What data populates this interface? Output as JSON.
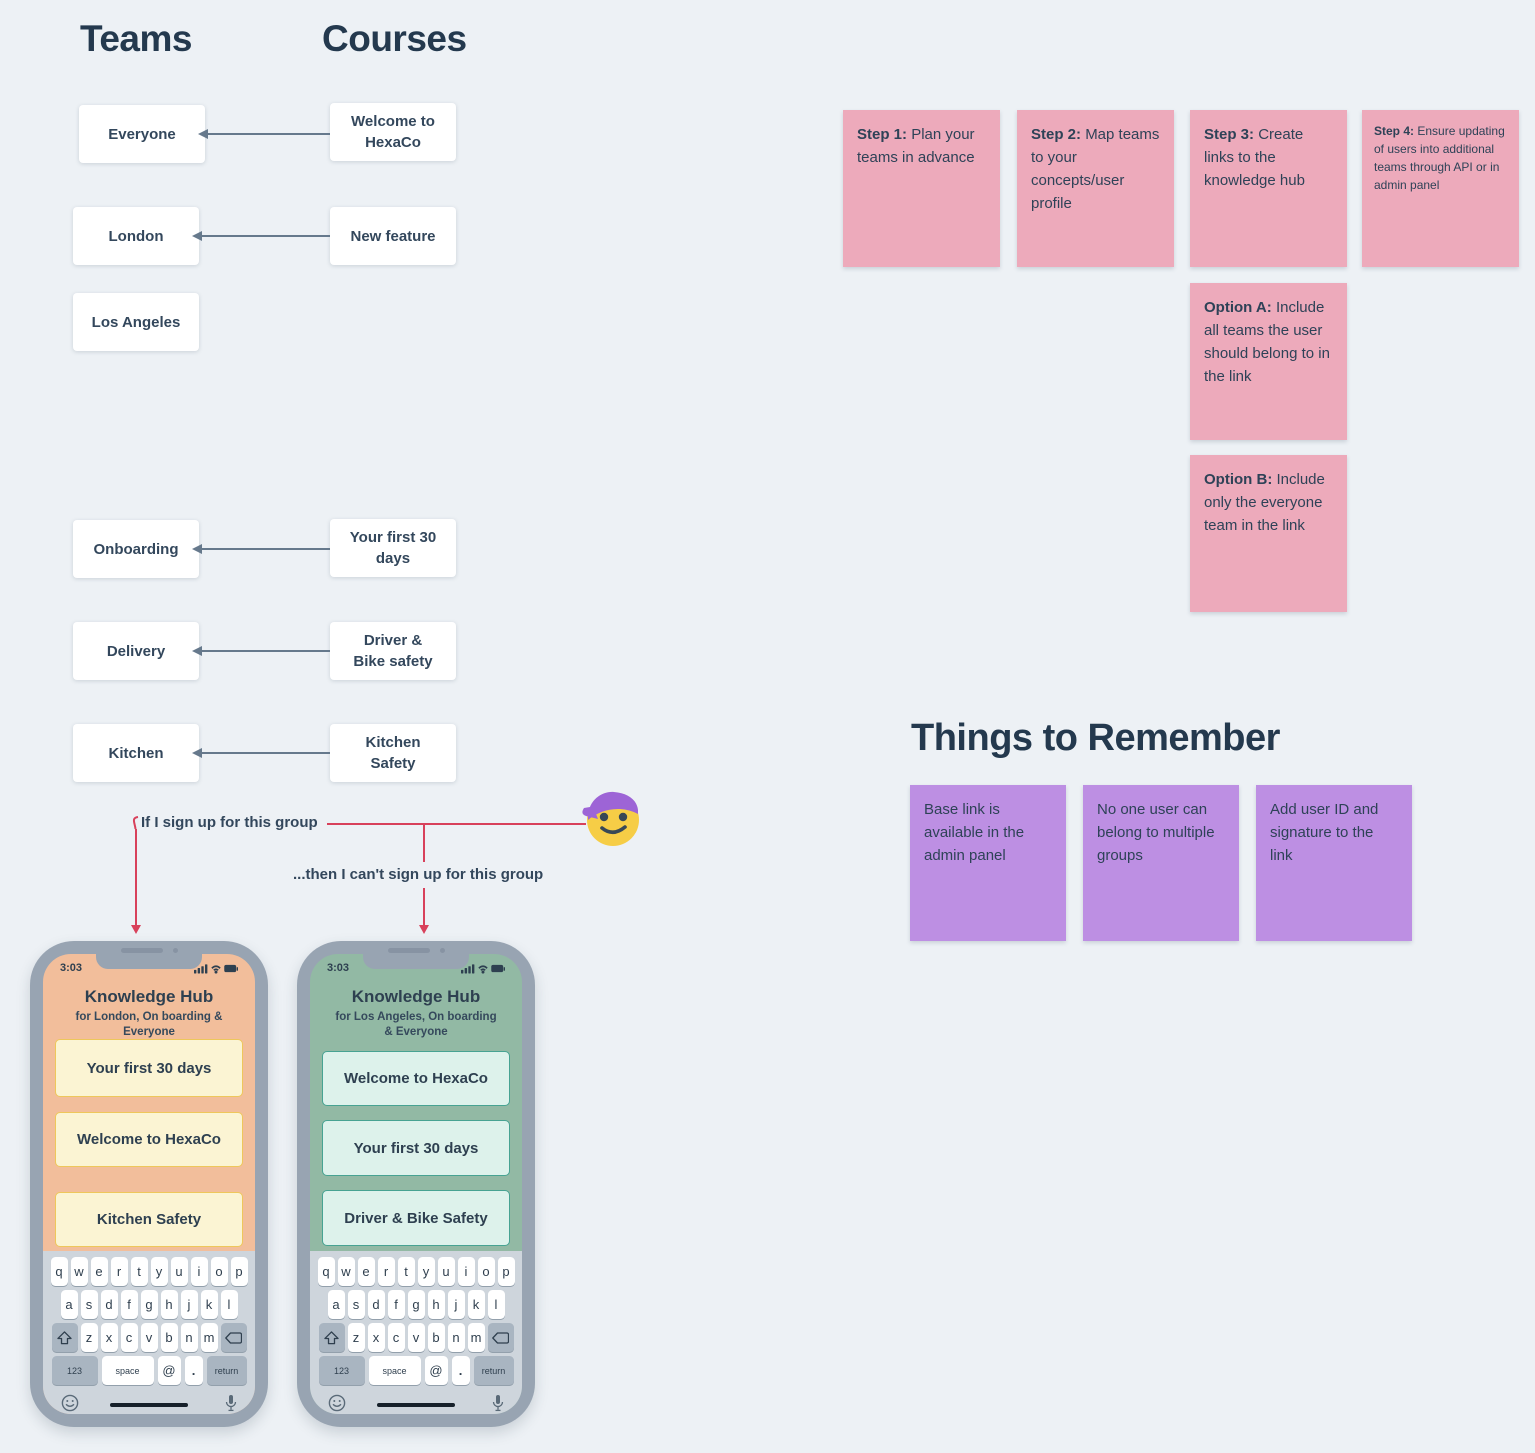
{
  "diagram": {
    "teams_heading": "Teams",
    "courses_heading": "Courses",
    "teams": [
      "Everyone",
      "London",
      "Los Angeles",
      "Onboarding",
      "Delivery",
      "Kitchen"
    ],
    "courses": [
      "Welcome to HexaCo",
      "New feature",
      "Your first 30 days",
      "Driver & Bike safety",
      "Kitchen Safety"
    ]
  },
  "steps": [
    {
      "label": "Step 1:",
      "text": "Plan your teams in advance"
    },
    {
      "label": "Step 2:",
      "text": "Map teams to your concepts/user profile"
    },
    {
      "label": "Step 3:",
      "text": "Create links to the knowledge hub"
    },
    {
      "label": "Step 4:",
      "text": "Ensure updating of users into additional teams through API or in admin panel"
    }
  ],
  "options": [
    {
      "label": "Option A:",
      "text": "Include all teams the user should belong to in the link"
    },
    {
      "label": "Option B:",
      "text": "Include only the everyone team in the link"
    }
  ],
  "remember": {
    "heading": "Things to Remember",
    "notes": [
      "Base link is available in the admin panel",
      "No one user can belong to multiple groups",
      "Add user ID and signature to the link"
    ]
  },
  "annotation": {
    "line1": "If I sign up for this group",
    "line2": "...then I can't sign up for this group"
  },
  "phones": [
    {
      "time": "3:03",
      "title": "Knowledge Hub",
      "subtitle": "for London, On boarding & Everyone",
      "buttons": [
        "Your first 30 days",
        "Welcome to HexaCo",
        "Kitchen Safety"
      ]
    },
    {
      "time": "3:03",
      "title": "Knowledge Hub",
      "subtitle": "for Los Angeles, On boarding & Everyone",
      "buttons": [
        "Welcome to HexaCo",
        "Your first 30 days",
        "Driver & Bike Safety"
      ]
    }
  ],
  "keyboard": {
    "row1": [
      "q",
      "w",
      "e",
      "r",
      "t",
      "y",
      "u",
      "i",
      "o",
      "p"
    ],
    "row2": [
      "a",
      "s",
      "d",
      "f",
      "g",
      "h",
      "j",
      "k",
      "l"
    ],
    "row3": [
      "z",
      "x",
      "c",
      "v",
      "b",
      "n",
      "m"
    ],
    "num_key": "123",
    "space_key": "space",
    "at_key": "@",
    "dot_key": ".",
    "return_key": "return"
  },
  "icons": {
    "emoji_character": "smiley-face-with-purple-cap",
    "shift": "shift-arrow-outline",
    "backspace": "backspace-outline",
    "emoji_key": "smiley-outline",
    "mic": "microphone",
    "status_right": "signal-wifi-battery"
  },
  "colors": {
    "background": "#EDF1F5",
    "dark_text": "#2E4257",
    "pink_note": "#EDAABB",
    "purple_note": "#BD8FE3",
    "red_accent": "#D8415B",
    "gray_arrow": "#66798C",
    "phone_bezel": "#98A4B2",
    "phone1_screen": "#F2BE9B",
    "phone1_button_bg": "#FBF4D3",
    "phone1_button_border": "#EEC75B",
    "phone2_screen": "#92B9A4",
    "phone2_button_bg": "#DDF2EB",
    "phone2_button_border": "#47A392",
    "emoji_face": "#F6CD46",
    "emoji_cap": "#9D64D6"
  }
}
